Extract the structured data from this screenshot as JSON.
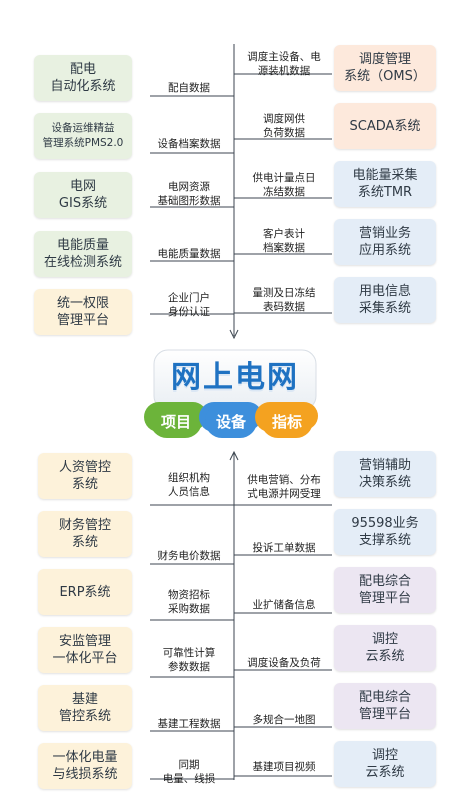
{
  "center": {
    "title": "网上电网",
    "tags": [
      "项目",
      "设备",
      "指标"
    ]
  },
  "colors": {
    "green": "#e8f1e1",
    "yellow": "#fdf2da",
    "orange": "#fde9dc",
    "blue": "#e4edf7",
    "purple": "#ece6f2",
    "line": "#3c4650"
  },
  "top_left_systems": [
    "配电\n自动化系统",
    "设备运维精益\n管理系统PMS2.0",
    "电网\nGIS系统",
    "电能质量\n在线检测系统",
    "统一权限\n管理平台"
  ],
  "top_left_labels": [
    "配自数据",
    "设备档案数据",
    "电网资源\n基础图形数据",
    "电能质量数据",
    "企业门户\n身份认证"
  ],
  "top_right_labels": [
    "调度主设备、电\n源装机数据",
    "调度网供\n负荷数据",
    "供电计量点日\n冻结数据",
    "客户表计\n档案数据",
    "量测及日冻结\n表码数据"
  ],
  "top_right_systems": [
    "调度管理\n系统（OMS）",
    "SCADA系统",
    "电能量采集\n系统TMR",
    "营销业务\n应用系统",
    "用电信息\n采集系统"
  ],
  "bottom_left_systems": [
    "人资管控\n系统",
    "财务管控\n系统",
    "ERP系统",
    "安监管理\n一体化平台",
    "基建\n管控系统",
    "一体化电量\n与线损系统"
  ],
  "bottom_left_labels": [
    "组织机构\n人员信息",
    "财务电价数据",
    "物资招标\n采购数据",
    "可靠性计算\n参数数据",
    "基建工程数据",
    "同期\n电量、线损"
  ],
  "bottom_right_labels": [
    "供电营销、分布\n式电源并网受理",
    "投诉工单数据",
    "业扩储备信息",
    "调度设备及负荷",
    "多规合一地图",
    "基建项目视频"
  ],
  "bottom_right_systems": [
    "营销辅助\n决策系统",
    "95598业务\n支撑系统",
    "配电综合\n管理平台",
    "调控\n云系统",
    "配电综合\n管理平台",
    "调控\n云系统"
  ]
}
